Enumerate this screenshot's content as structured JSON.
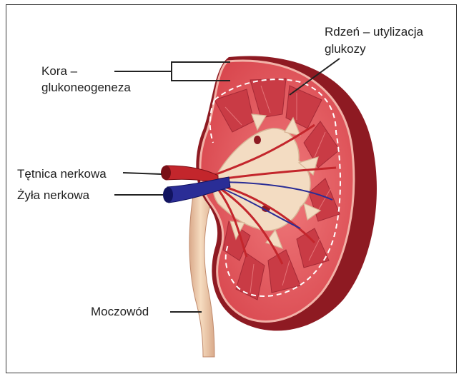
{
  "labels": {
    "cortex_line1": "Kora –",
    "cortex_line2": "glukoneogeneza",
    "medulla_line1": "Rdzeń – utylizacja",
    "medulla_line2": "glukozy",
    "artery": "Tętnica nerkowa",
    "vein": "Żyła nerkowa",
    "ureter": "Moczowód"
  },
  "colors": {
    "capsule": "#8e1a22",
    "cortex": "#e0565c",
    "medulla": "#c93b45",
    "pelvis": "#f3dcc2",
    "artery": "#c3262c",
    "vein": "#2a2d96",
    "ureter": "#f0cfae",
    "leader": "#222222"
  }
}
